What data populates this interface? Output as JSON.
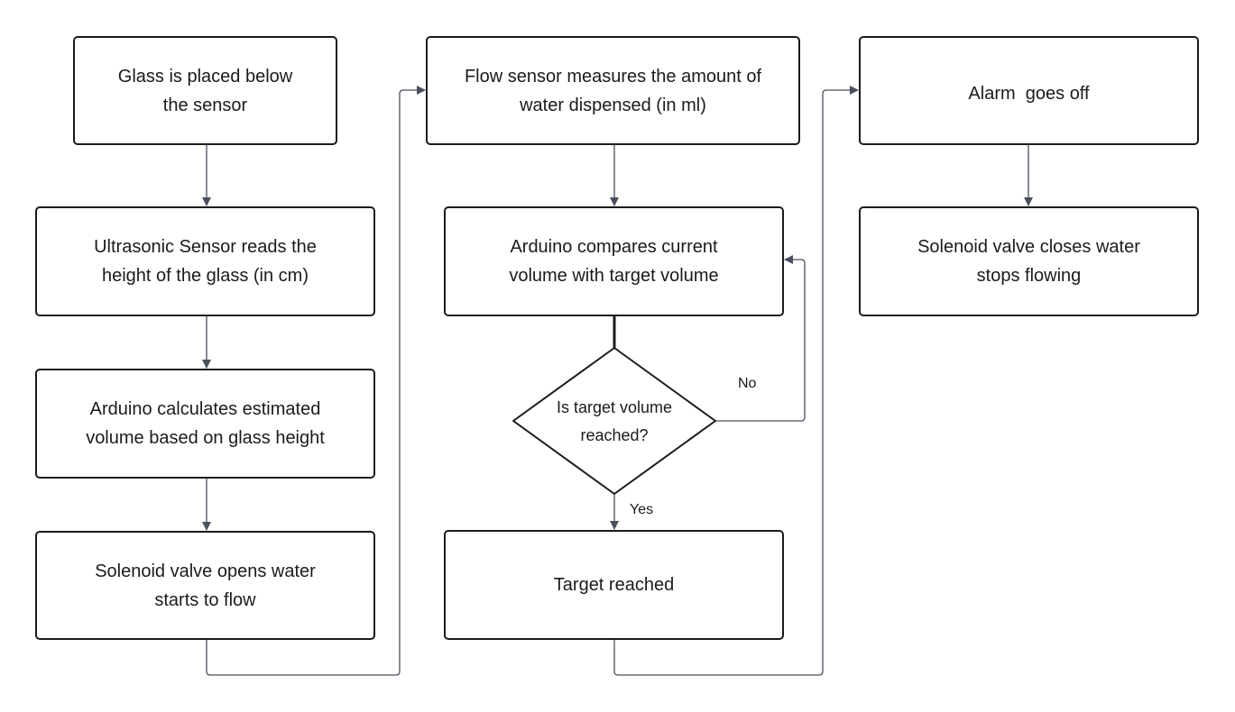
{
  "nodes": {
    "glass_placed": "Glass is placed below\nthe sensor",
    "ultrasonic_reads": "Ultrasonic Sensor reads the\nheight of the glass (in cm)",
    "arduino_calculates": "Arduino calculates estimated\nvolume based on glass height",
    "valve_opens": "Solenoid valve opens water\nstarts to flow",
    "flow_measures": "Flow sensor measures the amount of\nwater dispensed (in ml)",
    "arduino_compares": "Arduino compares current\nvolume with target volume",
    "decision": "Is target volume\nreached?",
    "target_reached": "Target reached",
    "alarm": "Alarm  goes off",
    "valve_closes": "Solenoid valve closes water\nstops flowing"
  },
  "edge_labels": {
    "no": "No",
    "yes": "Yes"
  },
  "colors": {
    "stroke": "#1b1b1b",
    "connector": "#4a4f5c",
    "background": "#ffffff"
  }
}
